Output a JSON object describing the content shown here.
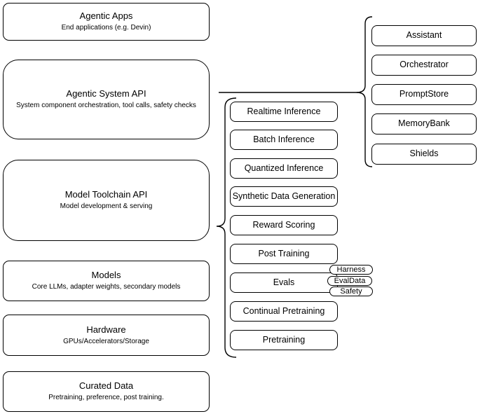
{
  "diagram": {
    "left_stack": [
      {
        "title": "Agentic Apps",
        "subtitle": "End applications (e.g. Devin)"
      },
      {
        "title": "Agentic System API",
        "subtitle": "System component orchestration, tool calls, safety checks"
      },
      {
        "title": "Model Toolchain API",
        "subtitle": "Model development & serving"
      },
      {
        "title": "Models",
        "subtitle": "Core LLMs, adapter weights, secondary models"
      },
      {
        "title": "Hardware",
        "subtitle": "GPUs/Accelerators/Storage"
      },
      {
        "title": "Curated Data",
        "subtitle": "Pretraining, preference, post training."
      }
    ],
    "toolchain_group": {
      "items": [
        {
          "label": "Realtime Inference"
        },
        {
          "label": "Batch Inference"
        },
        {
          "label": "Quantized Inference"
        },
        {
          "label": "Synthetic Data Generation"
        },
        {
          "label": "Reward Scoring"
        },
        {
          "label": "Post Training"
        },
        {
          "label": "Evals"
        },
        {
          "label": "Continual Pretraining"
        },
        {
          "label": "Pretraining"
        }
      ],
      "evals_pills": [
        {
          "label": "Harness"
        },
        {
          "label": "EvalData"
        },
        {
          "label": "Safety"
        }
      ]
    },
    "system_group": {
      "items": [
        {
          "label": "Assistant"
        },
        {
          "label": "Orchestrator"
        },
        {
          "label": "PromptStore"
        },
        {
          "label": "MemoryBank"
        },
        {
          "label": "Shields"
        }
      ]
    },
    "colors": {
      "stroke": "#000000",
      "fill": "#ffffff",
      "background": "#ffffff",
      "text": "#000000"
    }
  }
}
